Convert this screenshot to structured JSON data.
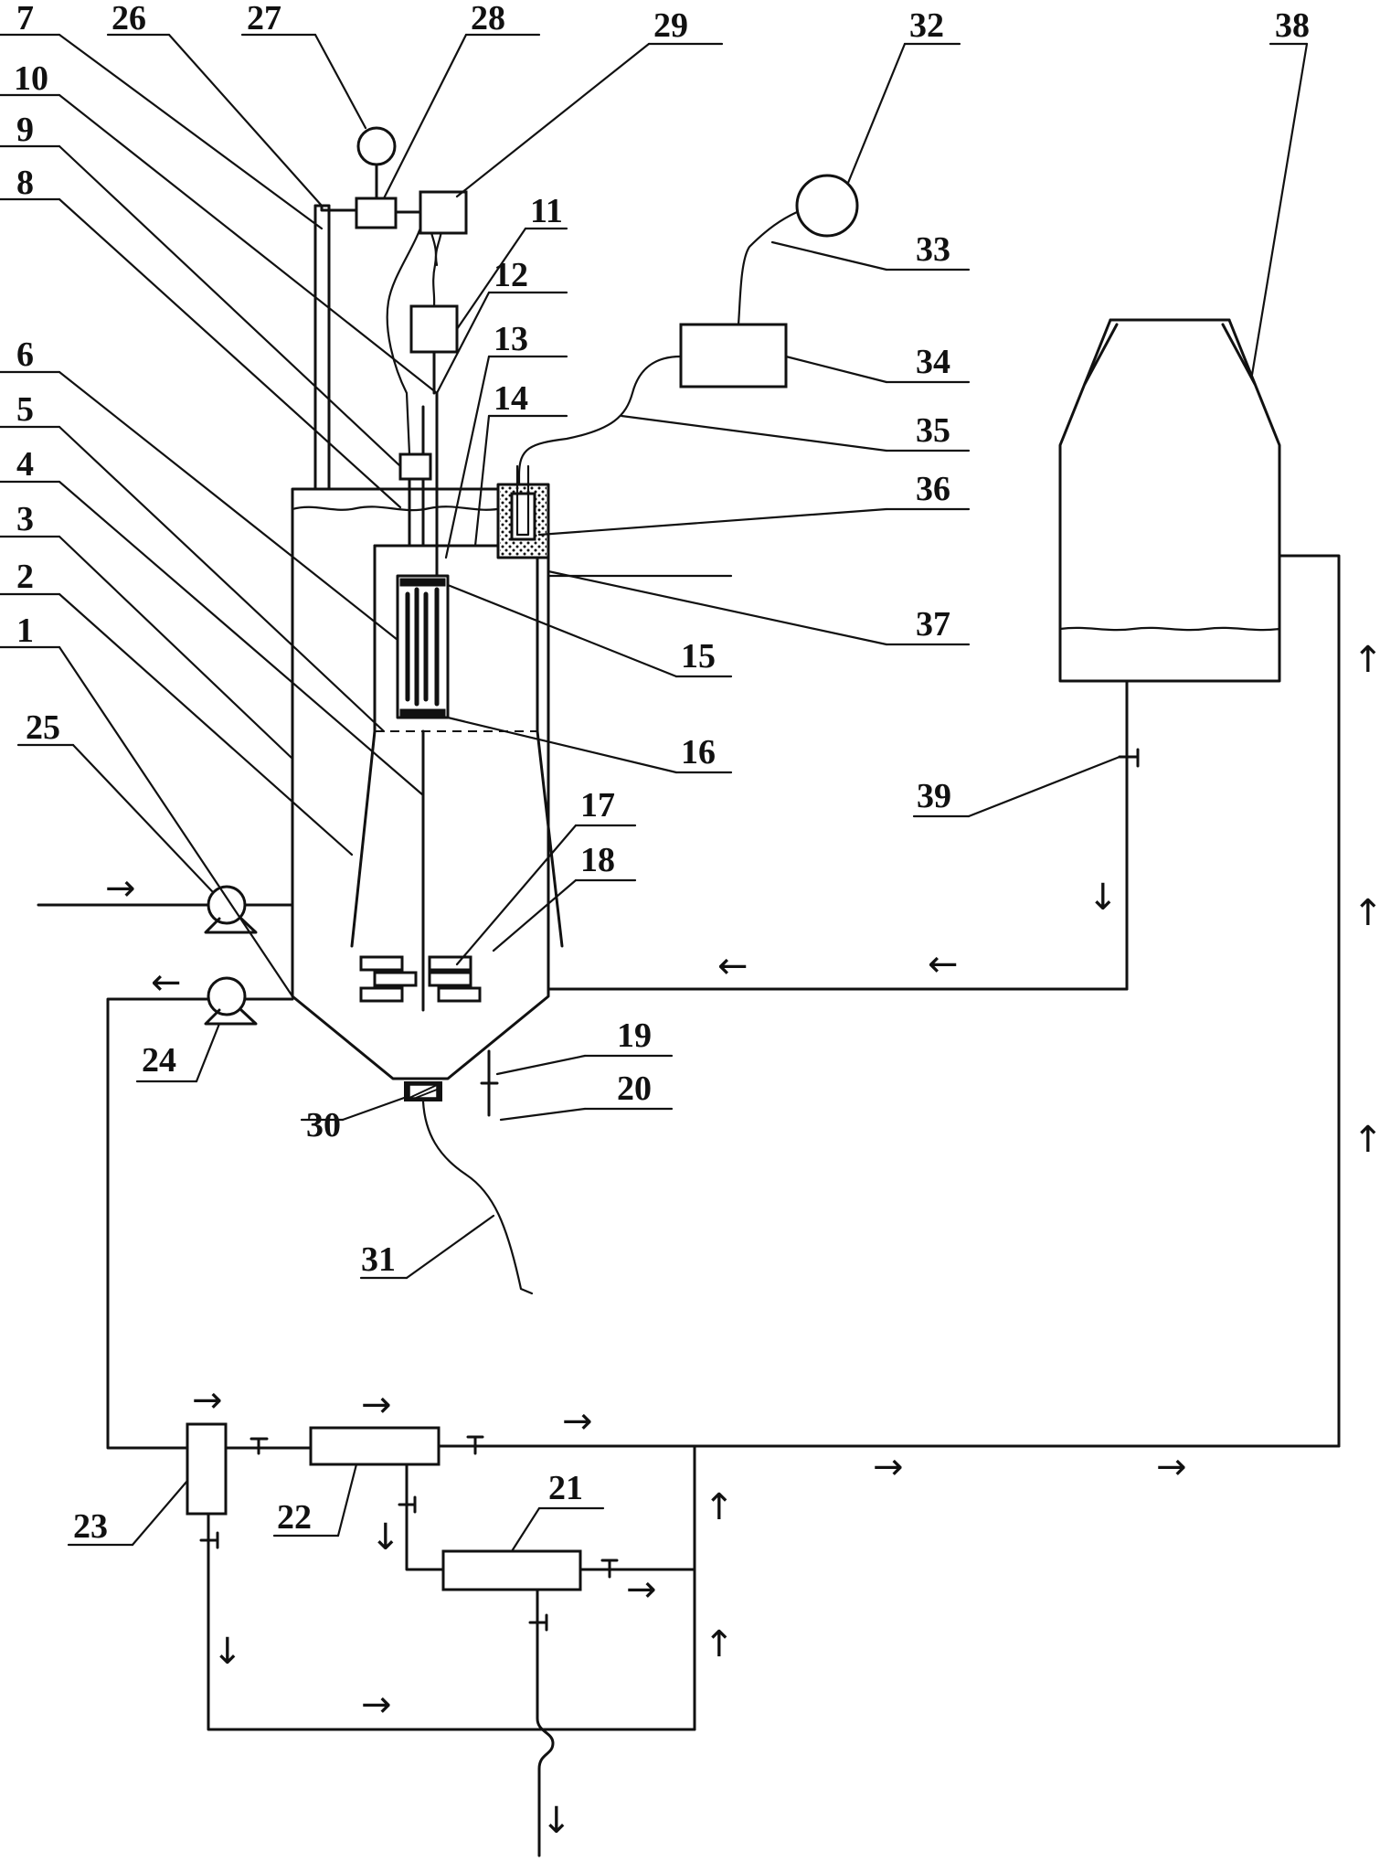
{
  "labels": {
    "n1": "1",
    "n2": "2",
    "n3": "3",
    "n4": "4",
    "n5": "5",
    "n6": "6",
    "n7": "7",
    "n8": "8",
    "n9": "9",
    "n10": "10",
    "n11": "11",
    "n12": "12",
    "n13": "13",
    "n14": "14",
    "n15": "15",
    "n16": "16",
    "n17": "17",
    "n18": "18",
    "n19": "19",
    "n20": "20",
    "n21": "21",
    "n22": "22",
    "n23": "23",
    "n24": "24",
    "n25": "25",
    "n26": "26",
    "n27": "27",
    "n28": "28",
    "n29": "29",
    "n30": "30",
    "n31": "31",
    "n32": "32",
    "n33": "33",
    "n34": "34",
    "n35": "35",
    "n36": "36",
    "n37": "37",
    "n38": "38",
    "n39": "39"
  },
  "arrows": {
    "right": "→",
    "left": "←",
    "up": "↑",
    "down": "↓"
  },
  "colors": {
    "ink": "#111111",
    "paper": "#ffffff"
  }
}
